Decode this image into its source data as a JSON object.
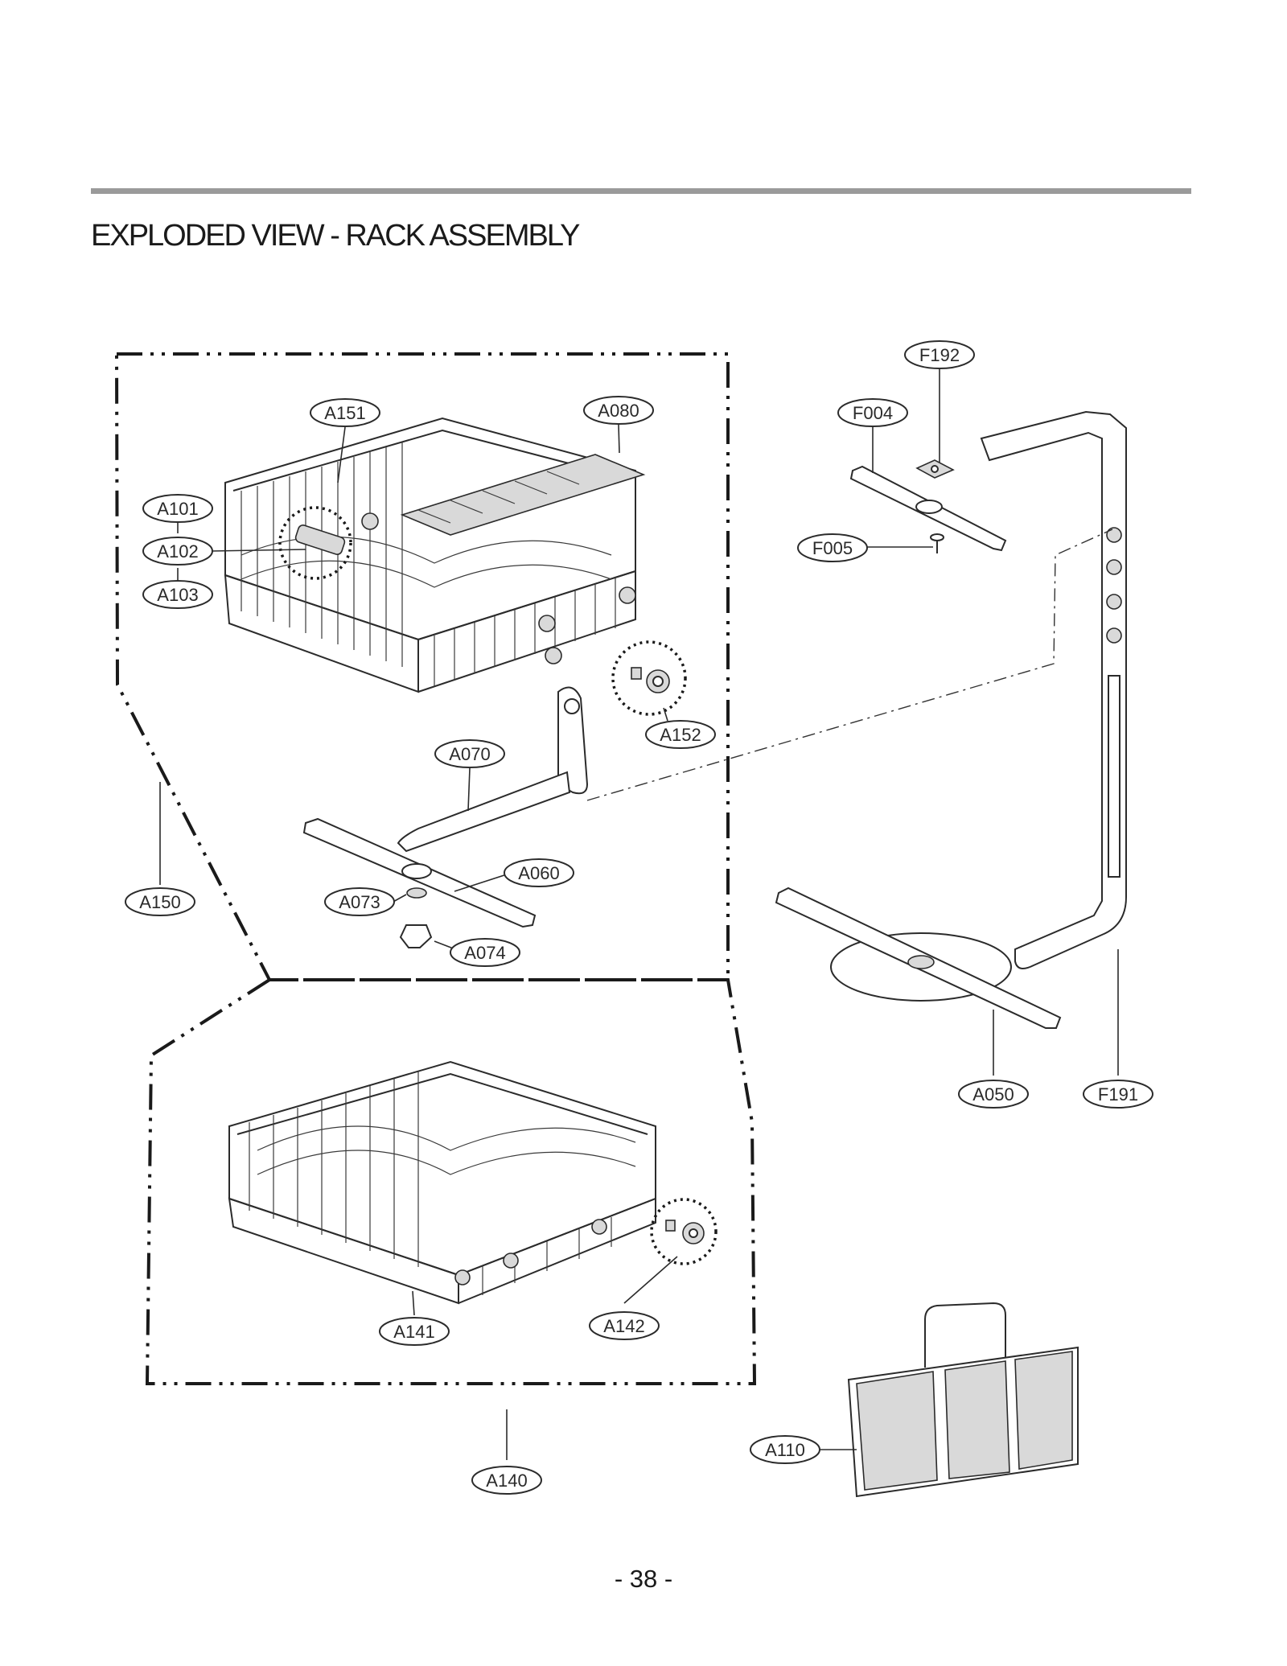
{
  "title": "EXPLODED VIEW - RACK ASSEMBLY",
  "page_number": "- 38 -",
  "callouts": {
    "F192": "F192",
    "F004": "F004",
    "F005": "F005",
    "A151": "A151",
    "A080": "A080",
    "A101": "A101",
    "A102": "A102",
    "A103": "A103",
    "A152": "A152",
    "A070": "A070",
    "A060": "A060",
    "A073": "A073",
    "A074": "A074",
    "A150": "A150",
    "A050": "A050",
    "F191": "F191",
    "A141": "A141",
    "A142": "A142",
    "A140": "A140",
    "A110": "A110"
  }
}
